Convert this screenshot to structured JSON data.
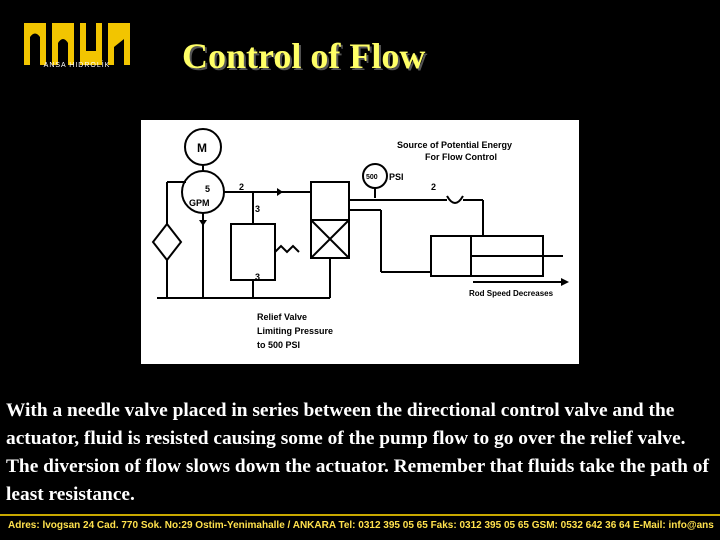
{
  "logo": {
    "brand": "ANSA HIDROLİK"
  },
  "title": "Control of Flow",
  "diagram": {
    "motor": "M",
    "pump_flow_value": "5",
    "pump_flow_unit": "GPM",
    "energy_label_1": "Source of Potential Energy",
    "energy_label_2": "For Flow Control",
    "gauge_value": "500",
    "gauge_unit": "PSI",
    "flow_2a": "2",
    "flow_3a": "3",
    "flow_2b": "2",
    "flow_3b": "3",
    "relief_1": "Relief Valve",
    "relief_2": "Limiting Pressure",
    "relief_3": "to 500 PSI",
    "rod_speed": "Rod Speed Decreases"
  },
  "description": "With a needle valve placed in series between the directional control valve and the actuator,  fluid is resisted causing some of the pump flow to go over the relief valve.  The diversion of flow slows down the actuator.  Remember that fluids take the path of least resistance.",
  "footer": "Adres: İvogsan 24 Cad. 770 Sok. No:29 Ostim-Yenimahalle / ANKARA  Tel: 0312 395 05 65  Faks: 0312 395 05 65  GSM: 0532 642 36 64  E-Mail: info@ansahidrolik.com  Web: www.ansahidrolik.com"
}
